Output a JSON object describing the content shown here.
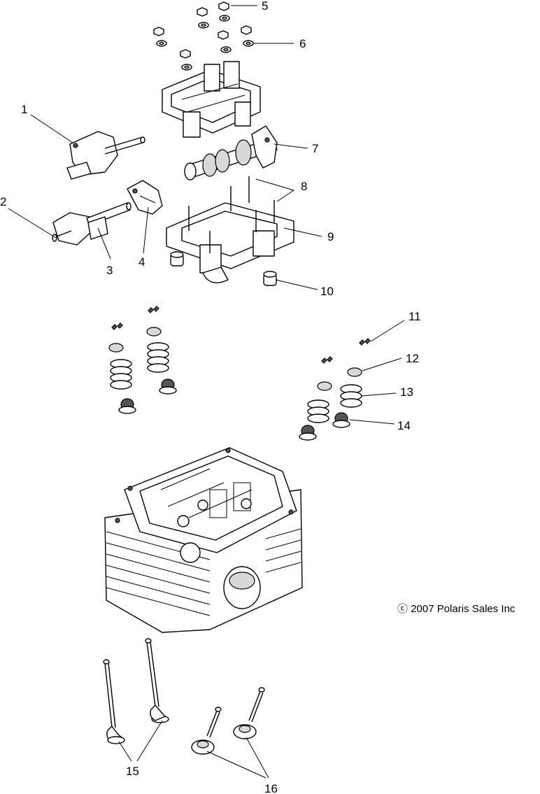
{
  "callouts": [
    "1",
    "2",
    "3",
    "4",
    "5",
    "6",
    "7",
    "8",
    "9",
    "10",
    "11",
    "12",
    "13",
    "14",
    "15",
    "16"
  ],
  "copyright": "ⓒ 2007 Polaris Sales Inc"
}
